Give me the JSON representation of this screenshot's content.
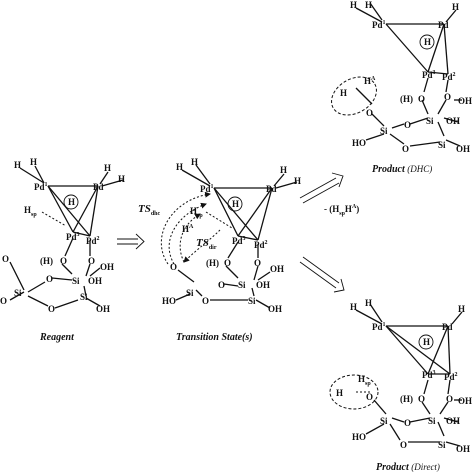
{
  "atoms": {
    "pd1": "Pd",
    "pd2": "Pd",
    "h": "H",
    "circled_h": "H",
    "o": "O",
    "h_paren_o": "(H)",
    "si": "Si",
    "oh": "OH",
    "ho": "HO",
    "h_sp": "H",
    "h_a": "H",
    "sp_sub": "sp",
    "a_sup": "A",
    "sup1": "1",
    "sup2": "2",
    "sup3": "3",
    "sup4": "4"
  },
  "captions": {
    "reagent": "Reagent",
    "transition_state": "Transition State(s)",
    "product_dhc_main": "Product",
    "product_dhc_sub": "(DHC)",
    "product_direct_main": "Product",
    "product_direct_sub": "(Direct)"
  },
  "labels": {
    "ts_main": "TS",
    "ts_dhc_sub": "dhc",
    "ts_dir_sub": "dir",
    "elimination": "- (H",
    "elimination_sp": "sp",
    "elimination_h": "H",
    "elimination_a": "A",
    "elimination_end": ")"
  }
}
